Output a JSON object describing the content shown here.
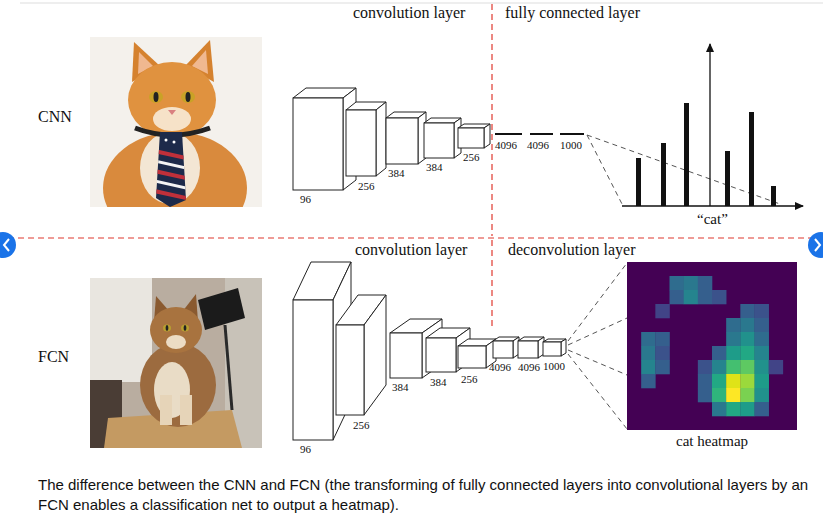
{
  "diagram": {
    "caption": "The difference between the CNN and FCN (the transforming of fully connected layers into convolutional layers by an FCN enables a classification net to output a heatmap).",
    "labels": [
      "CNN",
      "convolution layer",
      "fully connected layer",
      "96",
      "256",
      "384",
      "384",
      "256",
      "4096",
      "4096",
      "1000",
      "“cat”",
      "FCN",
      "convolution layer",
      "deconvolution layer",
      "96",
      "256",
      "384",
      "384",
      "256",
      "4096",
      "4096",
      "1000",
      "cat heatmap"
    ]
  }
}
